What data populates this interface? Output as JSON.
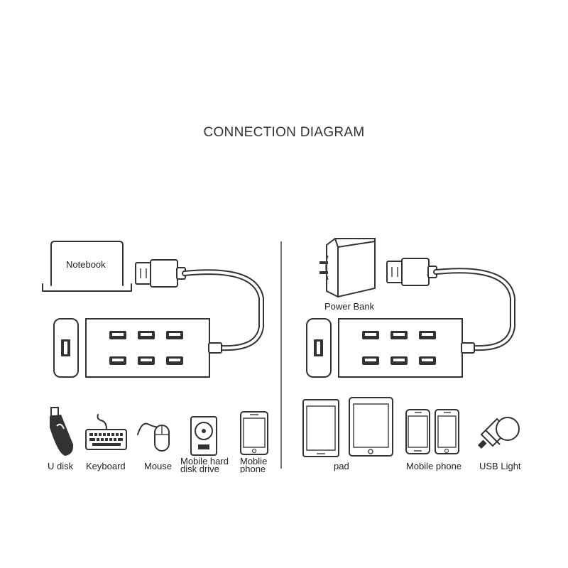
{
  "title": "CONNECTION DIAGRAM",
  "left_panel": {
    "host_label": "Notebook",
    "devices": [
      "U disk",
      "Keyboard",
      "Mouse",
      "Mobile hard disk drive",
      "Moblie phone"
    ]
  },
  "right_panel": {
    "power_label": "Power Bank",
    "devices": [
      "pad",
      "Mobile phone",
      "USB Light"
    ]
  },
  "icons": [
    "notebook-icon",
    "usb-plug-icon",
    "usb-hub-icon",
    "power-adapter-icon",
    "u-disk-icon",
    "keyboard-icon",
    "mouse-icon",
    "hard-drive-icon",
    "phone-icon",
    "tablet-icon",
    "usb-light-icon"
  ]
}
